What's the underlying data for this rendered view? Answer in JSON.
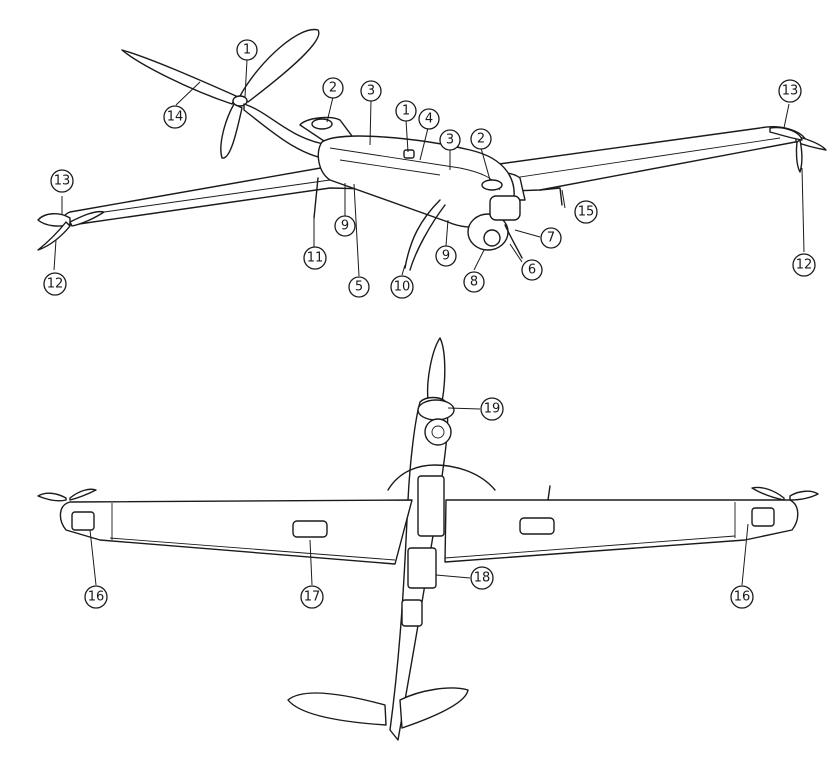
{
  "callouts": {
    "c1a": "1",
    "c1b": "1",
    "c2a": "2",
    "c2b": "2",
    "c3a": "3",
    "c3b": "3",
    "c4": "4",
    "c5": "5",
    "c6": "6",
    "c7": "7",
    "c8": "8",
    "c9a": "9",
    "c9b": "9",
    "c10": "10",
    "c11": "11",
    "c12a": "12",
    "c12b": "12",
    "c13a": "13",
    "c13b": "13",
    "c14": "14",
    "c15": "15",
    "c16a": "16",
    "c16b": "16",
    "c17": "17",
    "c18": "18",
    "c19": "19"
  }
}
